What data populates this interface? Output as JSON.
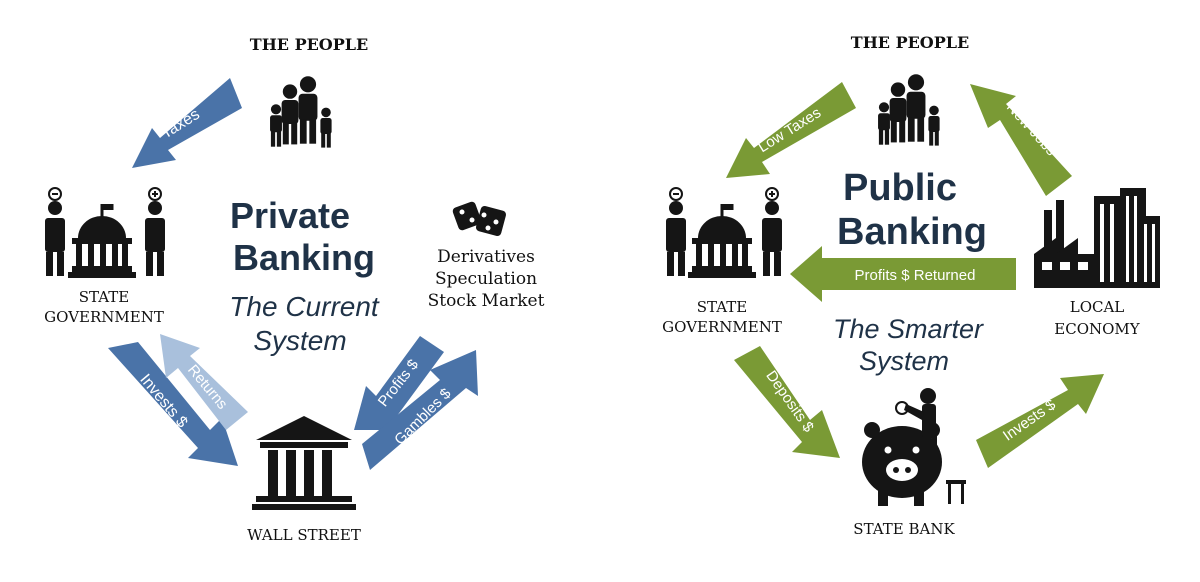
{
  "colors": {
    "blue_dark": "#4a73a8",
    "blue_light": "#a9c0dc",
    "green": "#7a9a35",
    "title": "#1f3247",
    "ink": "#111111"
  },
  "left": {
    "people_label": "THE PEOPLE",
    "gov_label_line1": "STATE",
    "gov_label_line2": "GOVERNMENT",
    "wall_label": "WALL STREET",
    "title_line1": "Private",
    "title_line2": "Banking",
    "subtitle_line1": "The Current",
    "subtitle_line2": "System",
    "market_line1": "Derivatives",
    "market_line2": "Speculation",
    "market_line3": "Stock Market",
    "arrows": {
      "taxes": "Taxes",
      "invests": "Invests $",
      "returns": "Returns",
      "profits": "Profits $",
      "gambles": "Gambles $"
    },
    "icons": [
      "family-icon",
      "capitol-icon",
      "bank-building-icon",
      "dice-icon"
    ]
  },
  "right": {
    "people_label": "THE PEOPLE",
    "gov_label_line1": "STATE",
    "gov_label_line2": "GOVERNMENT",
    "economy_label_line1": "LOCAL",
    "economy_label_line2": "ECONOMY",
    "bank_label": "STATE BANK",
    "title_line1": "Public",
    "title_line2": "Banking",
    "subtitle_line1": "The Smarter",
    "subtitle_line2": "System",
    "arrows": {
      "low_taxes": "Low Taxes",
      "new_jobs": "New Jobs",
      "profits_returned": "Profits $ Returned",
      "deposits": "Deposits $",
      "invests": "Invests $"
    },
    "icons": [
      "family-icon",
      "capitol-icon",
      "factory-city-icon",
      "piggy-bank-icon"
    ]
  }
}
